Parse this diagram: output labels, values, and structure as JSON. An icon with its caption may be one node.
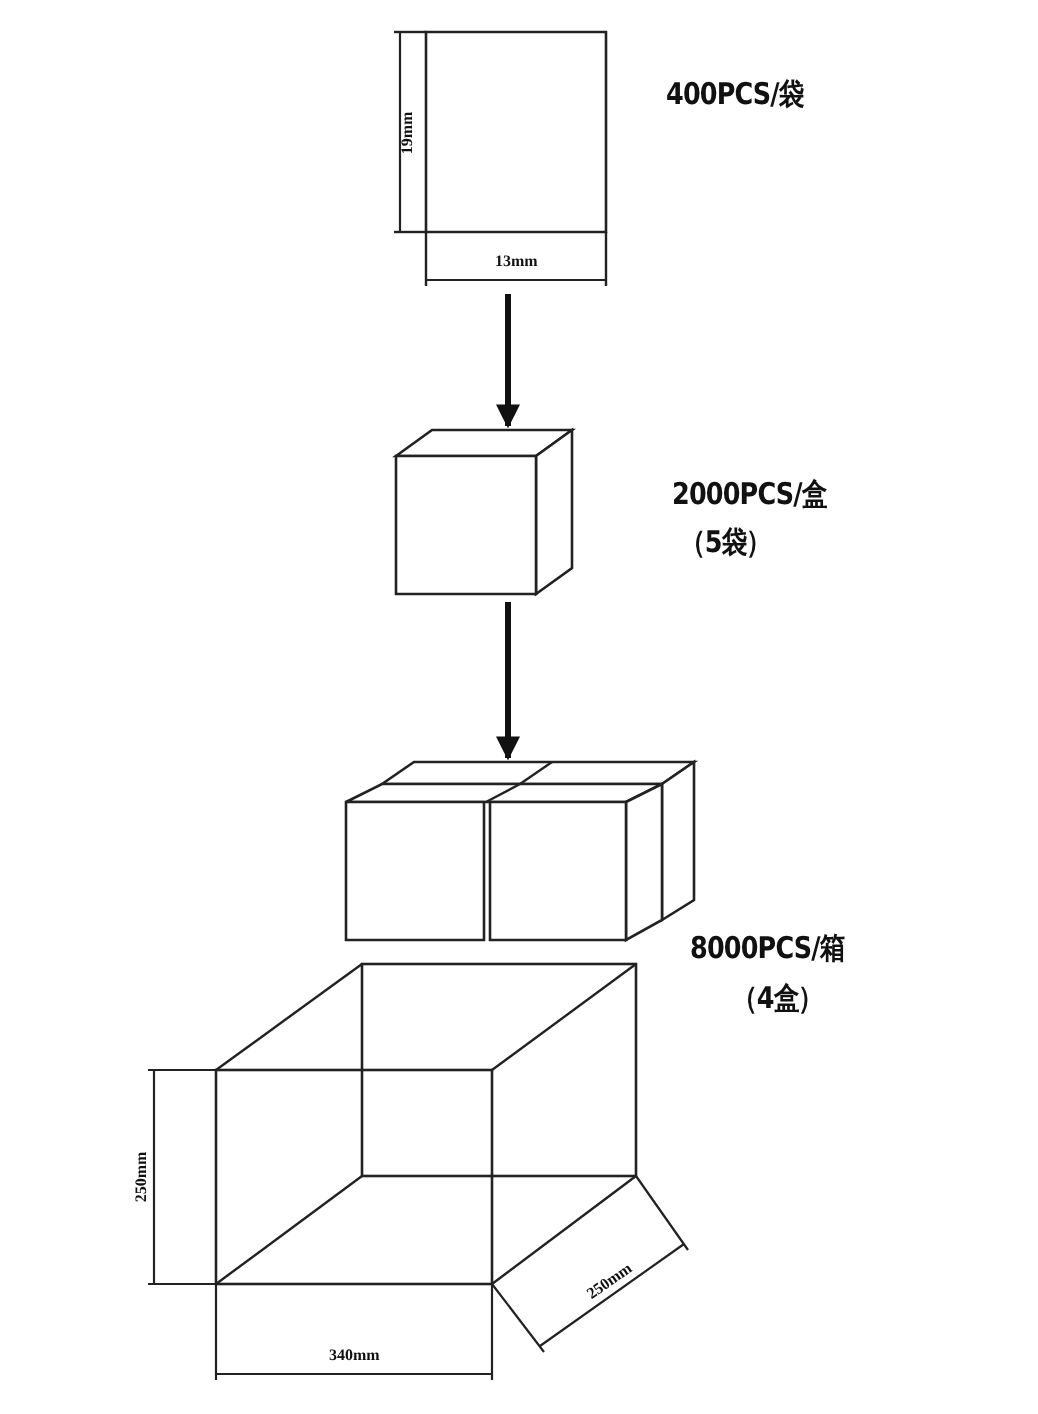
{
  "diagram": {
    "nodes": [
      {
        "text": [],
        "shape": "box",
        "beside": [
          "400PCS/袋"
        ]
      },
      {
        "text": [],
        "shape": "box",
        "beside": [
          "2000PCS/盒",
          "（5袋）"
        ]
      },
      {
        "text": [],
        "shape": "box",
        "beside": [
          "8000PCS/箱",
          "（4盒）"
        ]
      },
      {
        "text": [],
        "shape": "box"
      }
    ],
    "edges": [
      {
        "from": 0,
        "to": 1,
        "arrow": "to"
      },
      {
        "from": 1,
        "to": 2,
        "arrow": "to"
      }
    ],
    "labels": [
      "19mm",
      "13mm",
      "250mm",
      "340mm",
      "250mm"
    ]
  }
}
